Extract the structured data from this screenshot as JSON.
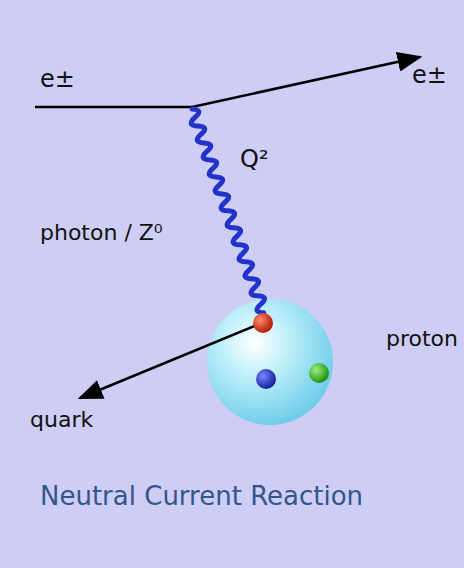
{
  "diagram": {
    "labels": [
      "e±",
      "e±",
      "photon / Z⁰",
      "Q²",
      "proton",
      "quark",
      "Neutral Current Reaction"
    ]
  }
}
